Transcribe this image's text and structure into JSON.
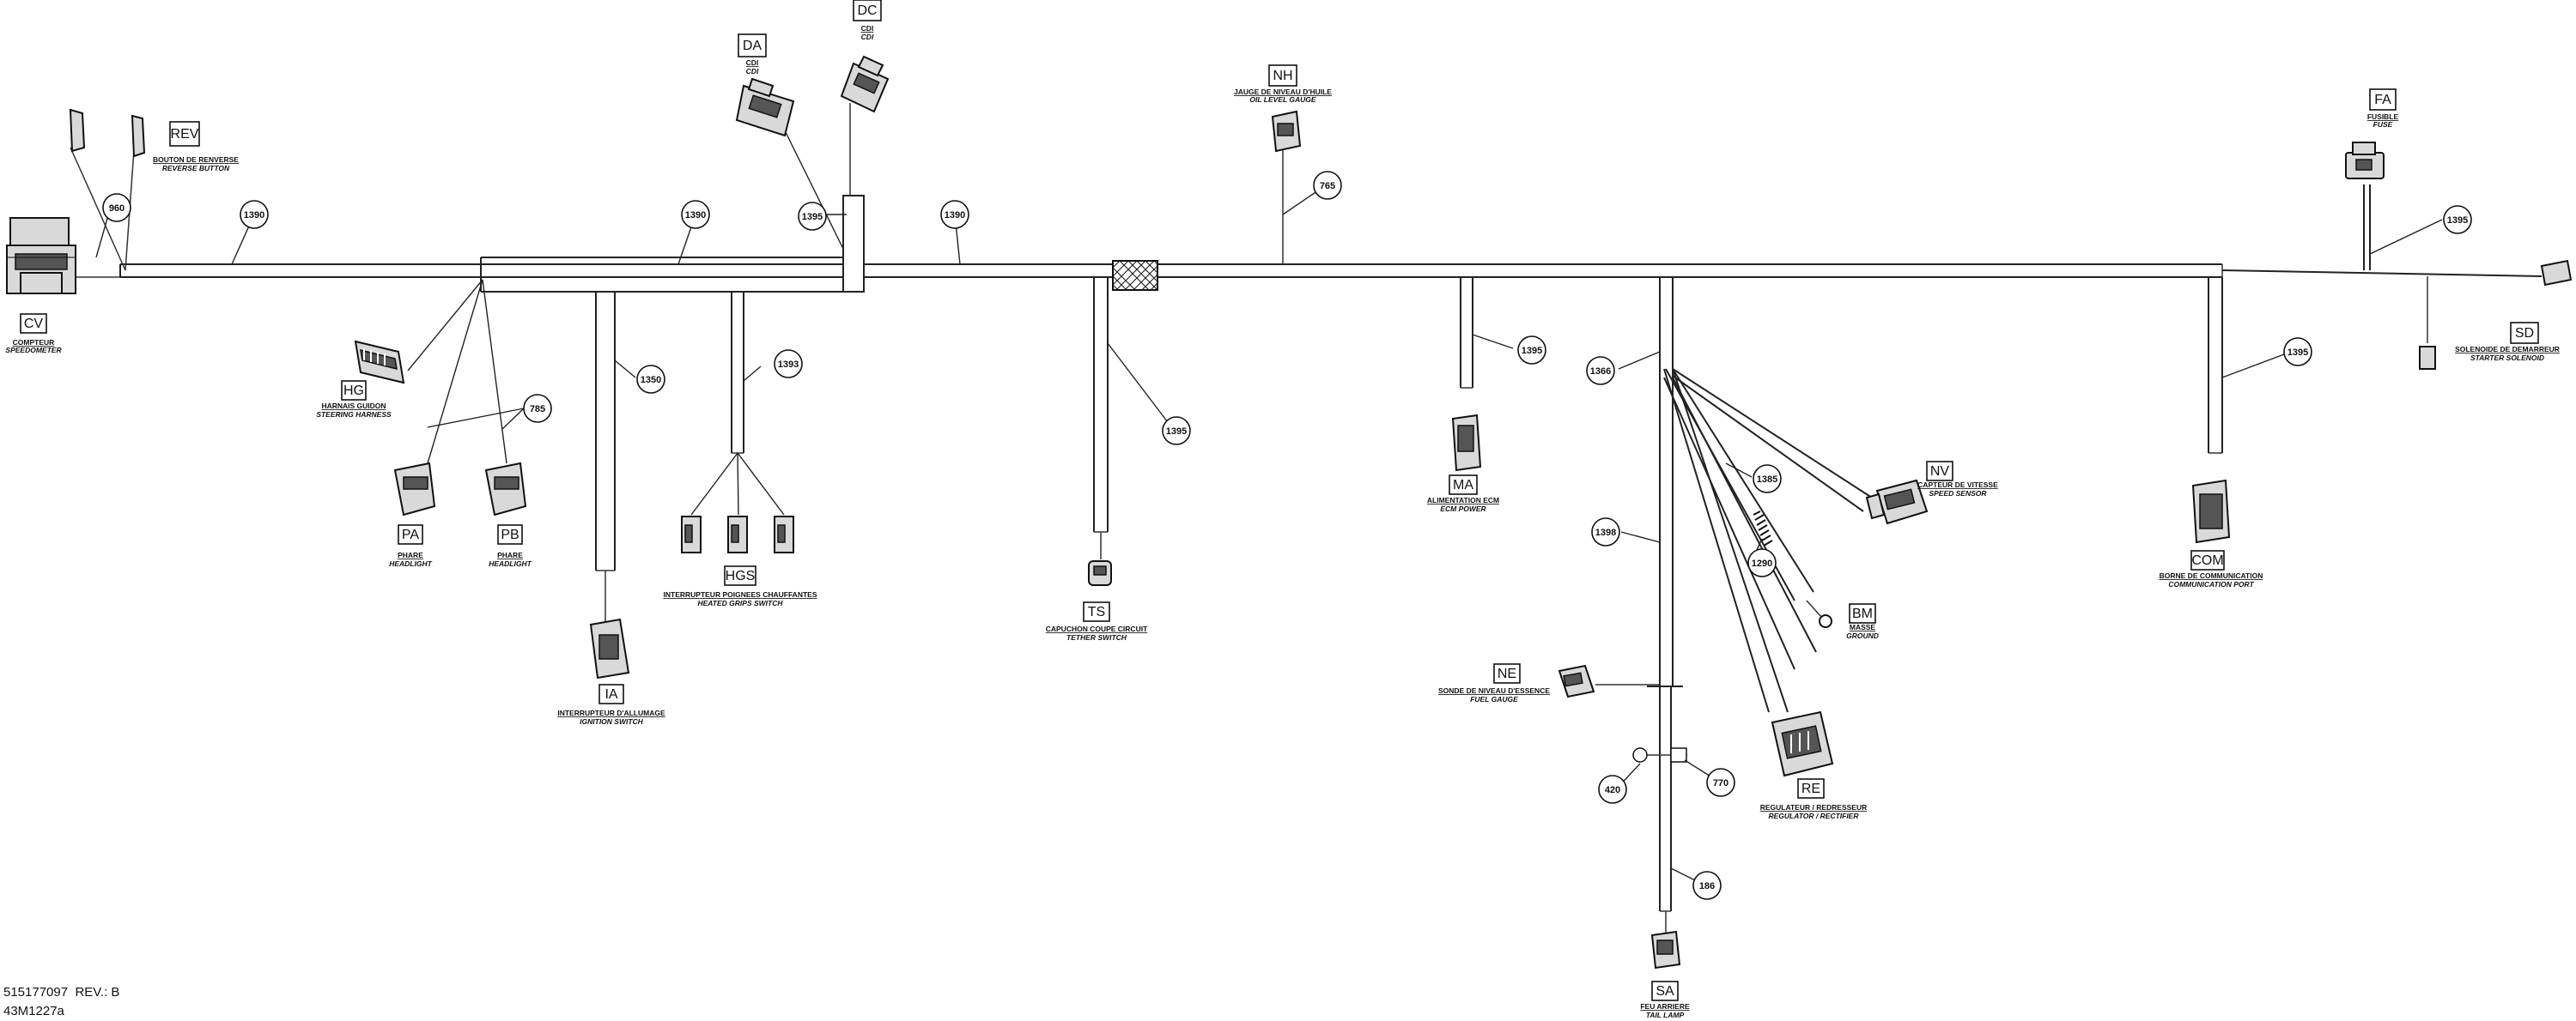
{
  "footer": {
    "part_number": "515177097",
    "revision": "REV.: B",
    "drawing_code": "43M1227a"
  },
  "connectors": {
    "cv": {
      "code": "CV",
      "fr": "COMPTEUR",
      "en": "SPEEDOMETER"
    },
    "rev": {
      "code": "REV",
      "fr": "BOUTON DE RENVERSE",
      "en": "REVERSE BUTTON"
    },
    "da": {
      "code": "DA",
      "fr": "CDI",
      "en": "CDI"
    },
    "dc": {
      "code": "DC",
      "fr": "CDI",
      "en": "CDI"
    },
    "nh": {
      "code": "NH",
      "fr": "JAUGE DE NIVEAU D'HUILE",
      "en": "OIL LEVEL GAUGE"
    },
    "fa": {
      "code": "FA",
      "fr": "FUSIBLE",
      "en": "FUSE"
    },
    "sd": {
      "code": "SD",
      "fr": "SOLENOIDE DE DEMARREUR",
      "en": "STARTER SOLENOID"
    },
    "hg": {
      "code": "HG",
      "fr": "HARNAIS GUIDON",
      "en": "STEERING HARNESS"
    },
    "pa": {
      "code": "PA",
      "fr": "PHARE",
      "en": "HEADLIGHT"
    },
    "pb": {
      "code": "PB",
      "fr": "PHARE",
      "en": "HEADLIGHT"
    },
    "ia": {
      "code": "IA",
      "fr": "INTERRUPTEUR D'ALLUMAGE",
      "en": "IGNITION SWITCH"
    },
    "hgs": {
      "code": "HGS",
      "fr": "INTERRUPTEUR POIGNEES CHAUFFANTES",
      "en": "HEATED GRIPS SWITCH"
    },
    "ts": {
      "code": "TS",
      "fr": "CAPUCHON COUPE CIRCUIT",
      "en": "TETHER SWITCH"
    },
    "ma": {
      "code": "MA",
      "fr": "ALIMENTATION ECM",
      "en": "ECM POWER"
    },
    "nv": {
      "code": "NV",
      "fr": "CAPTEUR DE VITESSE",
      "en": "SPEED SENSOR"
    },
    "bm": {
      "code": "BM",
      "fr": "MASSE",
      "en": "GROUND"
    },
    "ne": {
      "code": "NE",
      "fr": "SONDE DE NIVEAU D'ESSENCE",
      "en": "FUEL GAUGE"
    },
    "re": {
      "code": "RE",
      "fr": "REGULATEUR / REDRESSEUR",
      "en": "REGULATOR / RECTIFIER"
    },
    "com": {
      "code": "COM",
      "fr": "BORNE DE COMMUNICATION",
      "en": "COMMUNICATION PORT"
    },
    "sa": {
      "code": "SA",
      "fr": "FEU ARRIERE",
      "en": "TAIL LAMP"
    }
  },
  "dims": {
    "d1": "960",
    "d2": "1390",
    "d3": "1390",
    "d4": "1395",
    "d5": "1390",
    "d6": "765",
    "d7": "1395",
    "d8": "785",
    "d9": "1350",
    "d10": "1393",
    "d11": "1395",
    "d12": "1395",
    "d13": "1366",
    "d14": "1398",
    "d15": "1385",
    "d16": "1290",
    "d17": "1395",
    "d18": "420",
    "d19": "770",
    "d20": "186"
  }
}
